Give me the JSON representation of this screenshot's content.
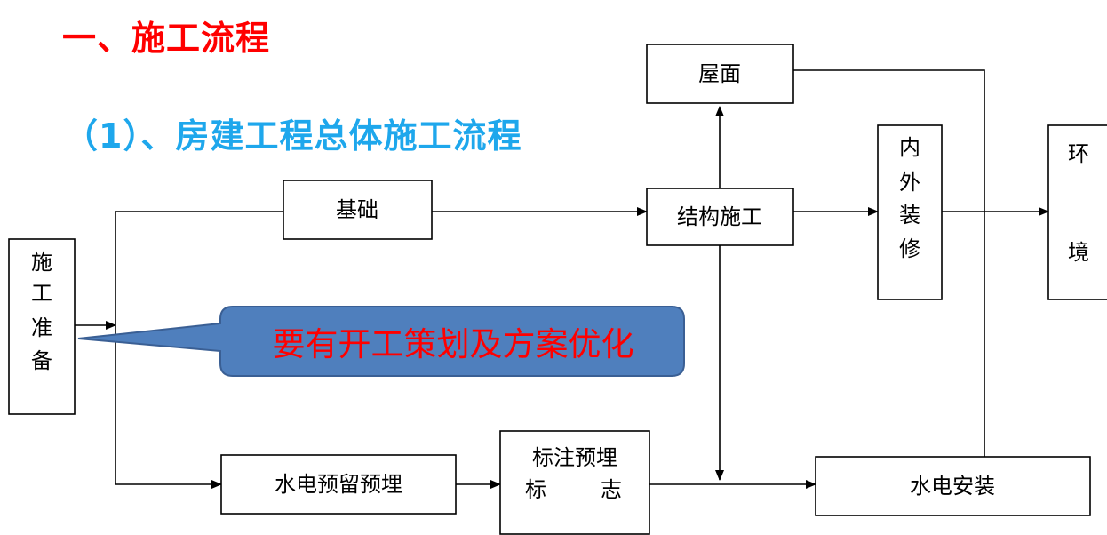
{
  "title": "一、施工流程",
  "subtitle": "（1）、房建工程总体施工流程",
  "callout": "要有开工策划及方案优化",
  "nodes": {
    "prep": [
      "施",
      "工",
      "准",
      "备"
    ],
    "foundation": "基础",
    "structure": "结构施工",
    "roof": "屋面",
    "decoration": [
      "内",
      "外",
      "装",
      "修"
    ],
    "environment": [
      "环",
      "境"
    ],
    "mep_embed": "水电预留预埋",
    "mark_line1": "标注预埋",
    "mark_line2_a": "标",
    "mark_line2_b": "志",
    "mep_install": "水电安装"
  },
  "colors": {
    "title": "#ff0000",
    "subtitle": "#1ea7ec",
    "callout_fill": "#4f7fbd",
    "callout_text": "#ff0000"
  }
}
